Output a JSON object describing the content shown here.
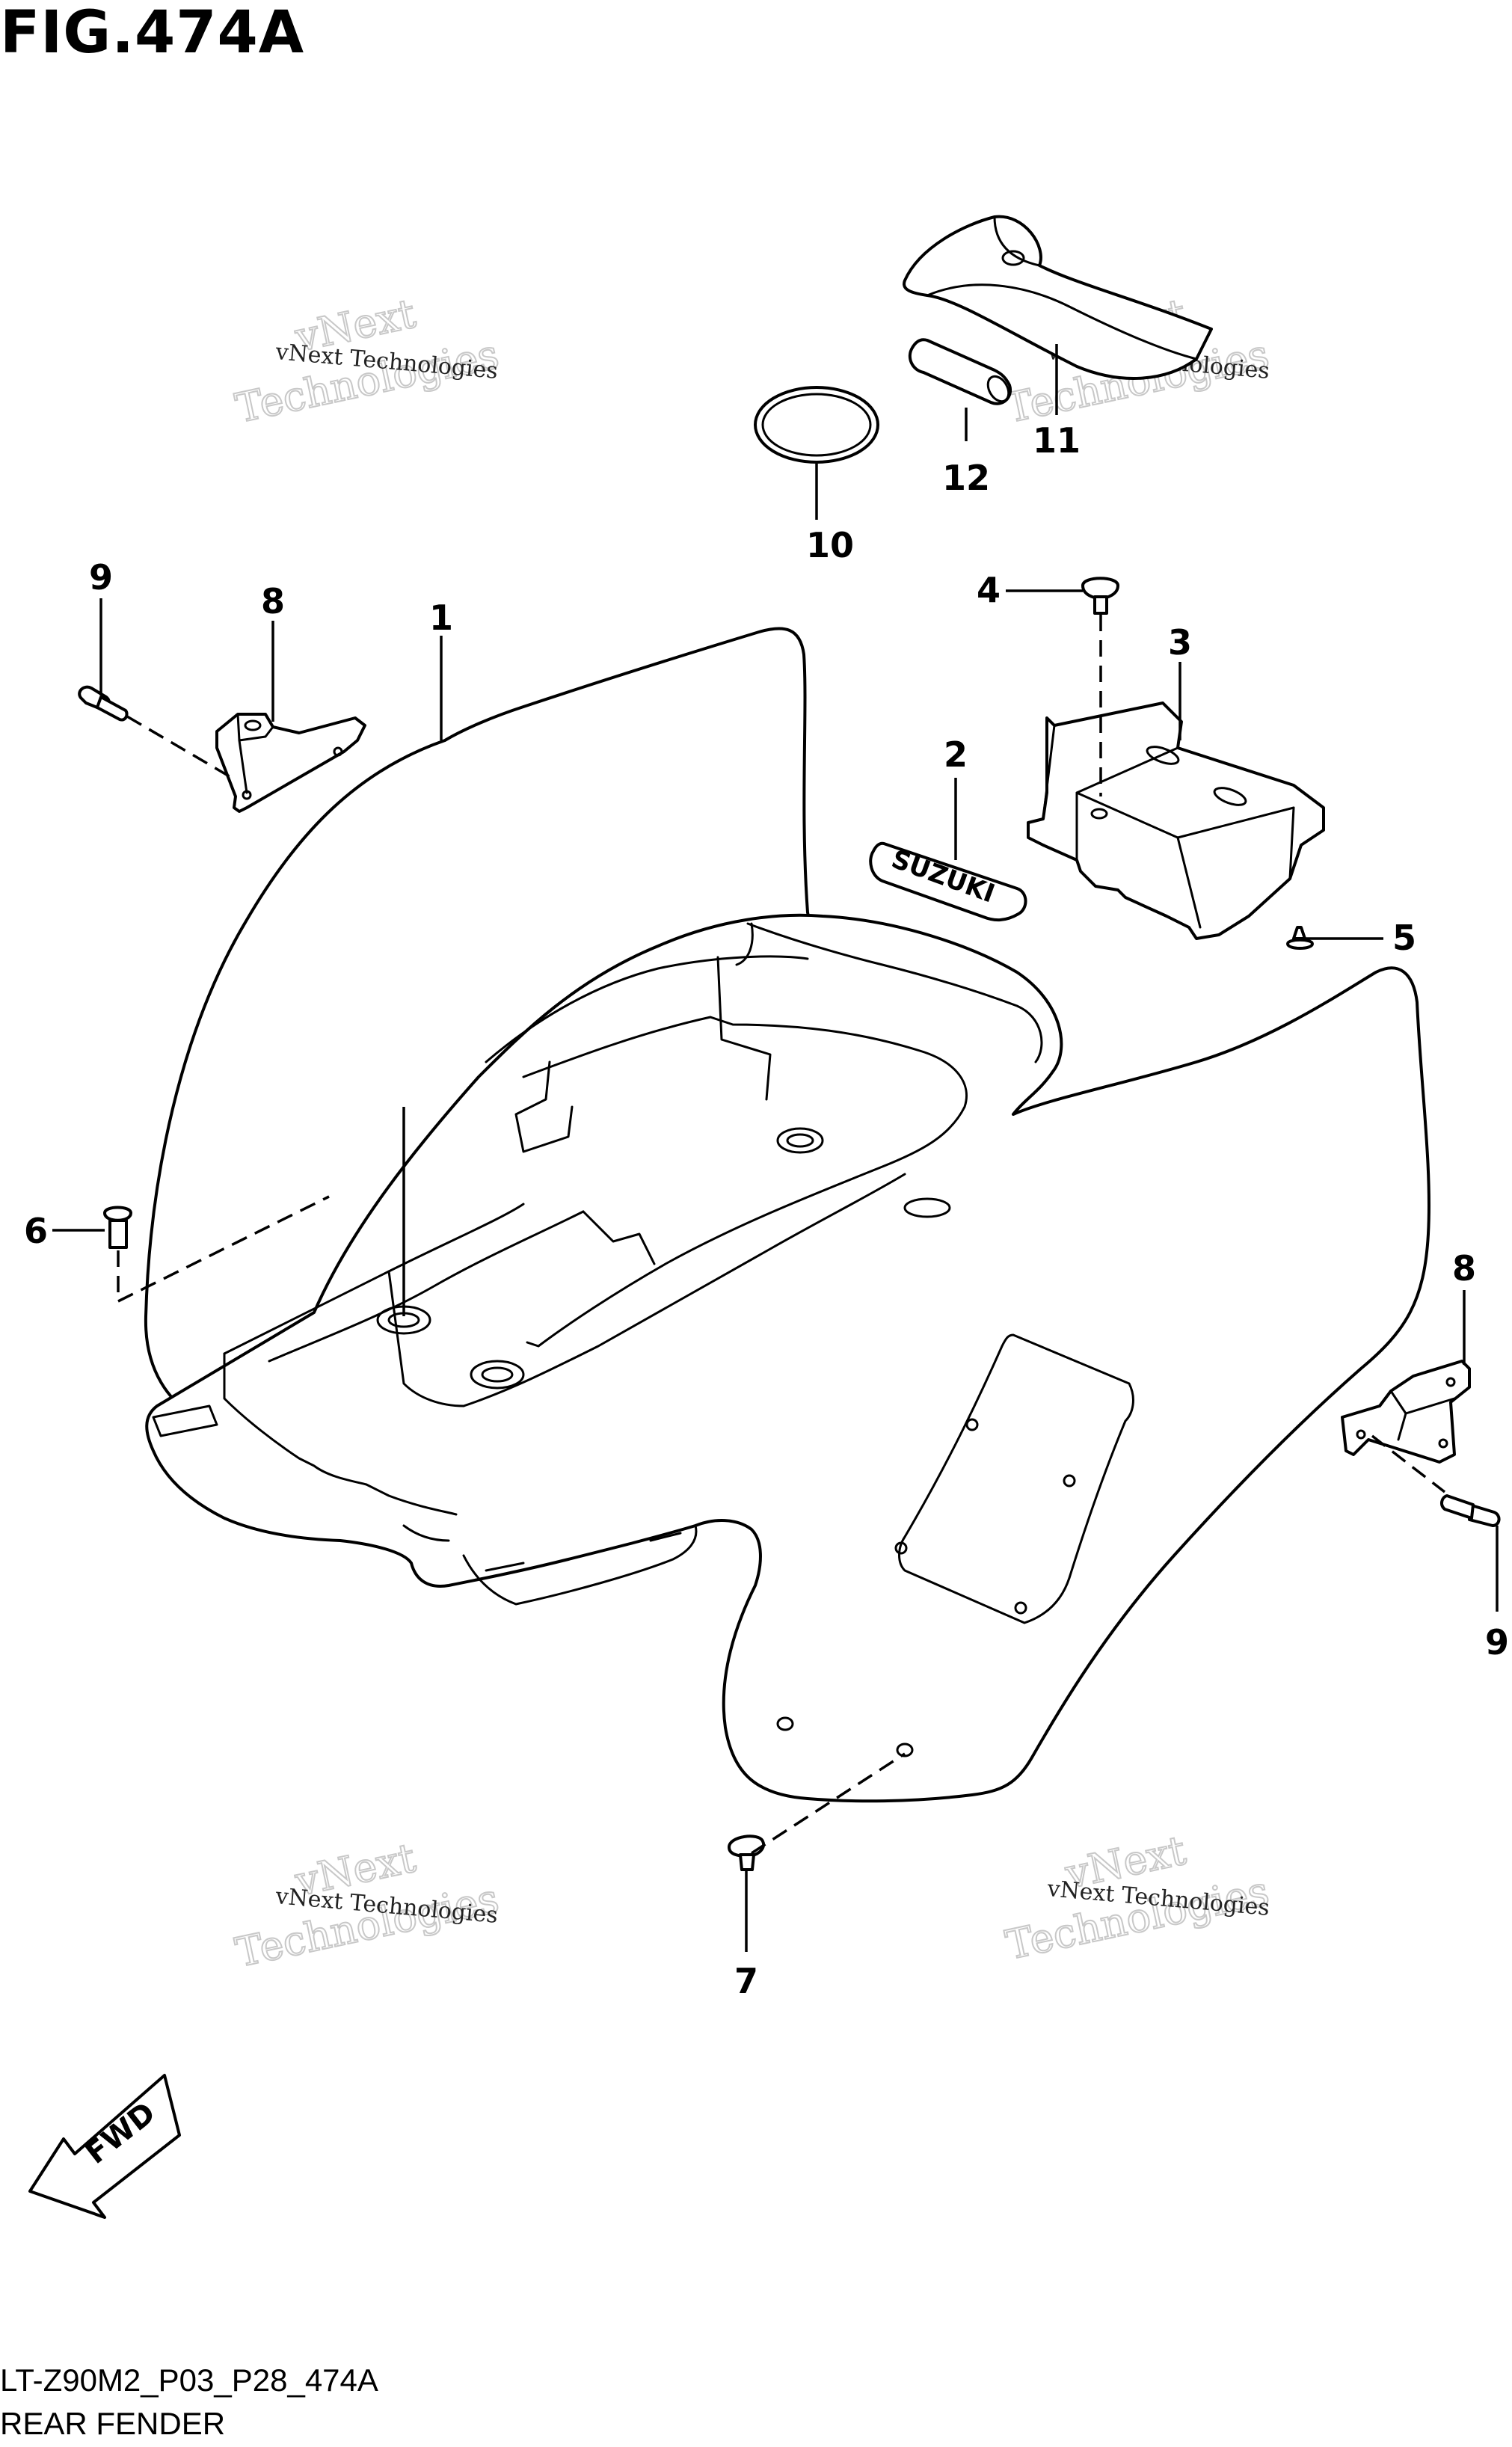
{
  "figure": {
    "title": "FIG.474A",
    "code": "LT-Z90M2_P03_P28_474A",
    "name": "REAR FENDER"
  },
  "callouts": {
    "c1": "1",
    "c2": "2",
    "c3": "3",
    "c4": "4",
    "c5": "5",
    "c6": "6",
    "c7": "7",
    "c8a": "8",
    "c8b": "8",
    "c9a": "9",
    "c9b": "9",
    "c10": "10",
    "c11": "11",
    "c12": "12"
  },
  "decal_text": "SUZUKI",
  "fwd_label": "FWD",
  "watermark": {
    "small": "vNext Technologies",
    "big": "Technologies",
    "sub": "vNext"
  }
}
